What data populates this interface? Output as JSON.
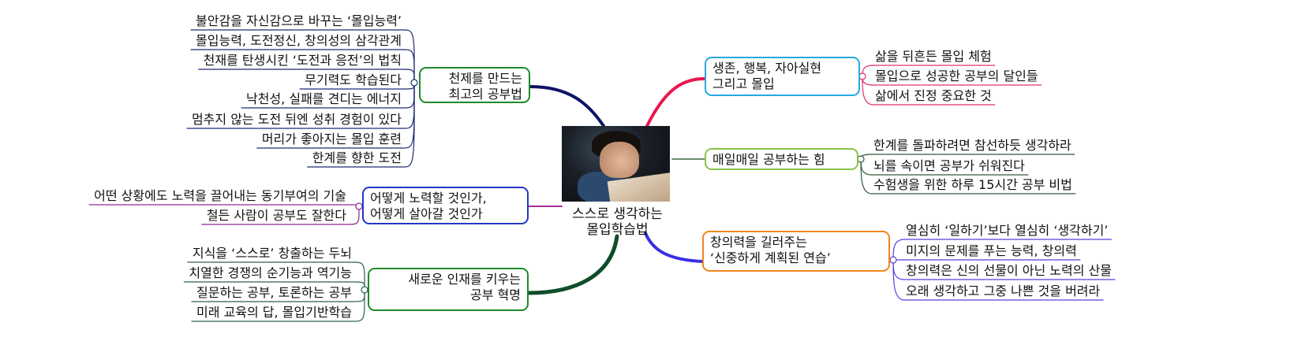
{
  "central": {
    "title_line1": "스스로 생각하는",
    "title_line2": "몰입학습법",
    "image": "boy-studying-photo"
  },
  "branches": [
    {
      "label_lines": [
        "천제를 만드는",
        "최고의 공부법"
      ],
      "border_color": "#1e8a2a",
      "line_color": "#1f2a78",
      "connector_color": "#0d1466",
      "side": "left",
      "leaves": [
        "불안감을 자신감으로 바꾸는 ‘몰입능력’",
        "몰입능력, 도전정신, 창의성의 삼각관계",
        "천재를 탄생시킨 ‘도전과 응전’의 법칙",
        "무기력도 학습된다",
        "낙천성, 실패를 견디는 에너지",
        "멈추지 않는 도전 뒤엔 성취 경험이 있다",
        "머리가 좋아지는 몰입 훈련",
        "한계를 향한 도전"
      ]
    },
    {
      "label_lines": [
        "어떻게 노력할 것인가,",
        "어떻게 살아갈 것인가"
      ],
      "border_color": "#2436c8",
      "line_color": "#8e2a8e",
      "connector_color": "#a0309a",
      "side": "left",
      "leaves": [
        "어떤 상황에도 노력을 끌어내는 동기부여의 기술",
        "철든 사람이 공부도 잘한다"
      ]
    },
    {
      "label_lines": [
        "새로운 인재를 키우는",
        "공부 혁명"
      ],
      "border_color": "#1e8a2a",
      "line_color": "#2f5f55",
      "connector_color": "#0f4d2a",
      "side": "left",
      "leaves": [
        "지식을 ‘스스로’ 창출하는 두뇌",
        "치열한 경쟁의 순기능과 역기능",
        "질문하는 공부, 토론하는 공부",
        "미래 교육의 답, 몰입기반학습"
      ]
    },
    {
      "label_lines": [
        "생존, 행복, 자아실현",
        "그리고 몰입"
      ],
      "border_color": "#29a8e0",
      "line_color": "#e0306a",
      "connector_color": "#e8174f",
      "side": "right",
      "leaves": [
        "삶을 뒤흔든 몰입 체험",
        "몰입으로 성공한 공부의 달인들",
        "삶에서 진정 중요한 것"
      ]
    },
    {
      "label_lines": [
        "매일매일 공부하는 힘"
      ],
      "border_color": "#8bc34a",
      "line_color": "#2e5a3a",
      "connector_color": "#3a6a3a",
      "side": "right",
      "leaves": [
        "한계를 돌파하려면 참선하듯 생각하라",
        "뇌를 속이면 공부가 쉬워진다",
        "수험생을 위한 하루 15시간 공부 비법"
      ]
    },
    {
      "label_lines": [
        "창의력을 길러주는",
        "‘신중하게 계획된 연습’"
      ],
      "border_color": "#f0841f",
      "line_color": "#5a3fe0",
      "connector_color": "#3a2fe0",
      "side": "right",
      "leaves": [
        "열심히 ‘일하기’보다 열심히 ‘생각하기’",
        "미지의 문제를 푸는 능력, 창의력",
        "창의력은 신의 선물이 아닌 노력의 산물",
        "오래 생각하고 그중 나쁜 것을 버려라"
      ]
    }
  ]
}
